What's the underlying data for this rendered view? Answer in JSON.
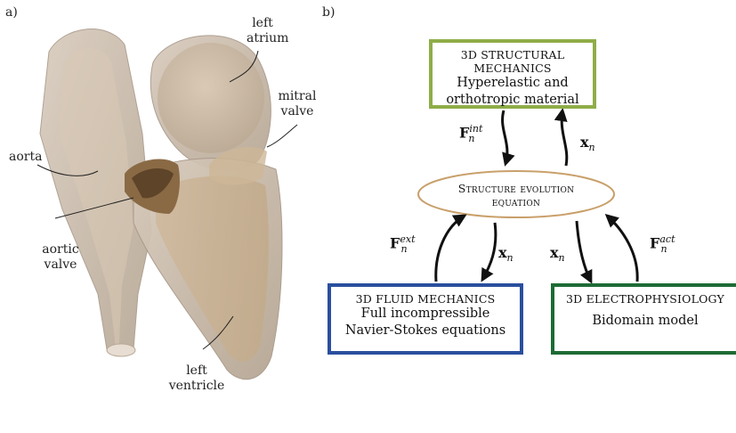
{
  "panels": {
    "a": "a)",
    "b": "b)"
  },
  "anatomy": {
    "left_atrium": [
      "left",
      "atrium"
    ],
    "mitral_valve": [
      "mitral",
      "valve"
    ],
    "aorta": "aorta",
    "aortic_valve": [
      "aortic",
      "valve"
    ],
    "left_ventricle": [
      "left",
      "ventricle"
    ]
  },
  "boxes": {
    "structural": {
      "title": "3D STRUCTURAL MECHANICS",
      "desc": [
        "Hyperelastic and",
        "orthotropic material"
      ],
      "color": "#8fad48"
    },
    "fluid": {
      "title": "3D FLUID MECHANICS",
      "desc": [
        "Full incompressible",
        "Navier-Stokes equations"
      ],
      "color": "#2a4f9e"
    },
    "electro": {
      "title": "3D ELECTROPHYSIOLOGY",
      "desc": [
        "Bidomain model"
      ],
      "color": "#1e6b35"
    }
  },
  "center": {
    "label": [
      "Structure evolution",
      "equation"
    ],
    "color": "#c9a06a"
  },
  "arrows": {
    "f_int": {
      "base": "F",
      "sup": "int",
      "sub": "n"
    },
    "x1": {
      "base": "x",
      "sub": "n"
    },
    "f_ext": {
      "base": "F",
      "sup": "ext",
      "sub": "n"
    },
    "x2": {
      "base": "x",
      "sub": "n"
    },
    "x3": {
      "base": "x",
      "sub": "n"
    },
    "f_act": {
      "base": "F",
      "sup": "act",
      "sub": "n"
    }
  }
}
